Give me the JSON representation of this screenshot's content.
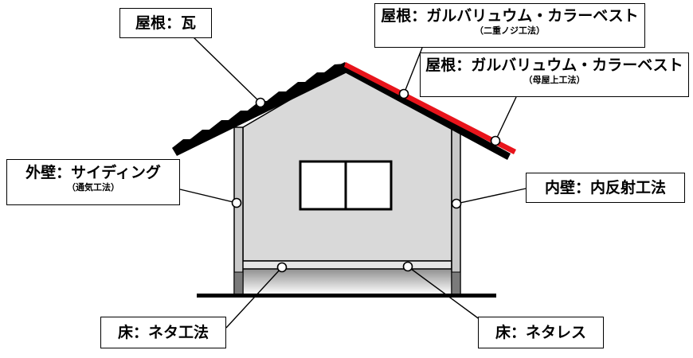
{
  "labels": {
    "roof_tile": {
      "main": "屋根：瓦"
    },
    "roof_galvalume_double": {
      "main": "屋根：ガルバリュウム・カラーベスト",
      "sub": "（二重ノジ工法）"
    },
    "roof_galvalume_purlin": {
      "main": "屋根：ガルバリュウム・カラーベスト",
      "sub": "（母屋上工法）"
    },
    "outer_wall": {
      "main": "外壁：サイディング",
      "sub": "（通気工法）"
    },
    "inner_wall": {
      "main": "内壁：内反射工法"
    },
    "floor_neta": {
      "main": "床：ネタ工法"
    },
    "floor_netaless": {
      "main": "床：ネタレス"
    }
  },
  "colors": {
    "wall_fill": "#d9d9d9",
    "roof_red": "#e8141b",
    "stroke": "#000000",
    "post_fill": "#c8c8c8"
  }
}
